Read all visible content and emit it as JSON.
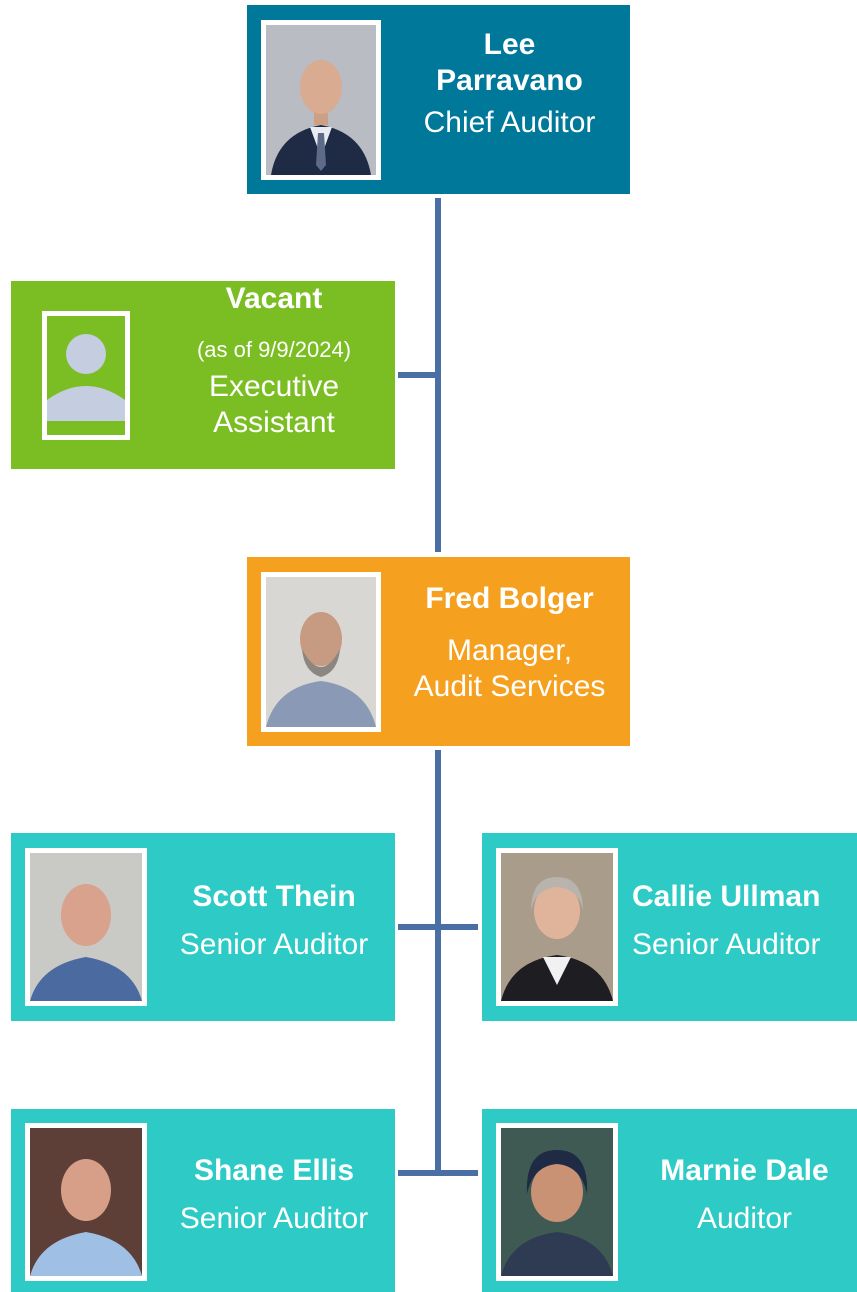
{
  "colors": {
    "chief": "#00789a",
    "assistant": "#7bbe23",
    "manager": "#f5a01e",
    "staff": "#2ecbc6",
    "connector": "#4a6fa5"
  },
  "chief": {
    "name_line1": "Lee",
    "name_line2": "Parravano",
    "role": "Chief Auditor"
  },
  "assistant": {
    "name": "Vacant",
    "note": "(as of 9/9/2024)",
    "role_line1": "Executive",
    "role_line2": "Assistant",
    "photo_icon": "person-placeholder-icon"
  },
  "manager": {
    "name": "Fred Bolger",
    "role_line1": "Manager,",
    "role_line2": "Audit Services"
  },
  "staff": [
    {
      "name": "Scott Thein",
      "role": "Senior Auditor"
    },
    {
      "name": "Callie Ullman",
      "role": "Senior Auditor"
    },
    {
      "name": "Shane Ellis",
      "role": "Senior Auditor"
    },
    {
      "name": "Marnie Dale",
      "role": "Auditor"
    }
  ]
}
